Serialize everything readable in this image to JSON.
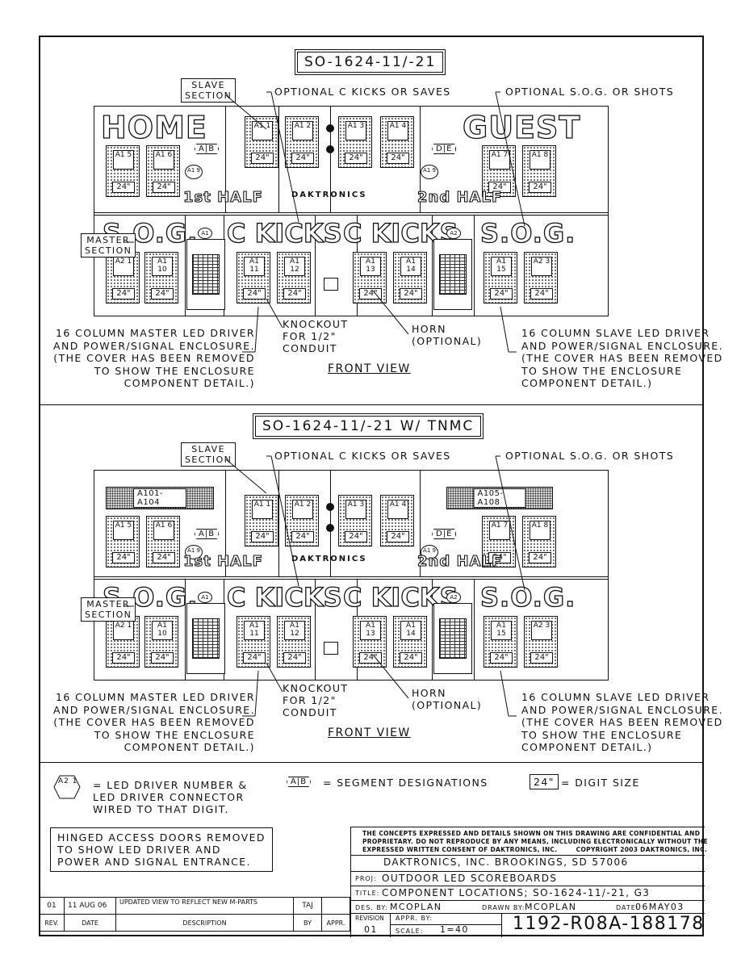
{
  "views": [
    {
      "title": "SO-1624-11/-21",
      "board_labels": {
        "home": "HOME",
        "guest": "GUEST",
        "first_half": "1st HALF",
        "second_half": "2nd HALF",
        "sog_left": "S.O.G.",
        "sog_right": "S.O.G.",
        "kicks_left": "C KICKS",
        "kicks_right": "C KICKS",
        "brand": "DAKTRONICS",
        "seg_left": "A|B",
        "seg_right": "D|E",
        "period_left": "A1 9",
        "period_right": "A1 9",
        "enc_left": "A1",
        "enc_right": "A2"
      },
      "strips": []
    },
    {
      "title": "SO-1624-11/-21 W/ TNMC",
      "board_labels": {
        "home": "",
        "guest": "",
        "first_half": "1st HALF",
        "second_half": "2nd HALF",
        "sog_left": "S.O.G.",
        "sog_right": "S.O.G.",
        "kicks_left": "C KICKS",
        "kicks_right": "C KICKS",
        "brand": "DAKTRONICS",
        "seg_left": "A|B",
        "seg_right": "D|E",
        "period_left": "A1 9",
        "period_right": "A1 9",
        "enc_left": "A1",
        "enc_right": "A2"
      },
      "strips": [
        "A101-A104",
        "A105-A108"
      ]
    }
  ],
  "digit_size": "24\"",
  "top_digits": [
    "A1 1",
    "A1 2",
    "A1 3",
    "A1 4"
  ],
  "home_digits": [
    "A1 5",
    "A1 6"
  ],
  "guest_digits": [
    "A1 7",
    "A1 8"
  ],
  "bottom_digits": [
    "A2 1",
    "A1 10",
    "A1 11",
    "A1 12",
    "A1 13",
    "A1 14",
    "A1 15",
    "A2 3"
  ],
  "callouts": {
    "slave_section": "SLAVE\nSECTION",
    "master_section": "MASTER\nSECTION",
    "optional_kicks": "OPTIONAL C KICKS OR SAVES",
    "optional_sog": "OPTIONAL S.O.G. OR SHOTS",
    "master_driver": "16 COLUMN MASTER LED DRIVER\nAND POWER/SIGNAL ENCLOSURE.\n(THE COVER HAS BEEN REMOVED\nTO SHOW THE ENCLOSURE\nCOMPONENT DETAIL.)",
    "knockout": "KNOCKOUT\nFOR 1/2\"\nCONDUIT",
    "horn": "HORN\n(OPTIONAL)",
    "slave_driver": "16 COLUMN SLAVE LED DRIVER\nAND POWER/SIGNAL ENCLOSURE.\n(THE COVER HAS BEEN REMOVED\nTO SHOW THE ENCLOSURE\nCOMPONENT DETAIL.)",
    "front_view": "FRONT VIEW"
  },
  "legend": {
    "hex_label": "A2 1",
    "driver_text": "= LED DRIVER NUMBER &\nLED DRIVER CONNECTOR\nWIRED TO THAT DIGIT.",
    "seg_label": "A|B",
    "seg_text": "= SEGMENT DESIGNATIONS",
    "size_label": "24\"",
    "size_text": "= DIGIT SIZE"
  },
  "note": "HINGED ACCESS DOORS REMOVED\nTO SHOW LED DRIVER AND\nPOWER AND SIGNAL ENTRANCE.",
  "title_block": {
    "confidential": "THE CONCEPTS EXPRESSED AND DETAILS SHOWN ON THIS DRAWING ARE CONFIDENTIAL AND\nPROPRIETARY. DO NOT REPRODUCE BY ANY MEANS, INCLUDING ELECTRONICALLY WITHOUT THE\nEXPRESSED WRITTEN CONSENT OF DAKTRONICS, INC.        COPYRIGHT 2003 DAKTRONICS, INC.",
    "company": "DAKTRONICS, INC.   BROOKINGS, SD 57006",
    "proj_label": "PROJ:",
    "proj": "OUTDOOR LED SCOREBOARDS",
    "title_label": "TITLE:",
    "title": "COMPONENT LOCATIONS; SO-1624-11/-21, G3",
    "des_label": "DES. BY:",
    "des_by": "MCOPLAN",
    "drawn_label": "DRAWN BY:",
    "drawn_by": "MCOPLAN",
    "date_label": "DATE:",
    "date": "06MAY03",
    "revision_label": "REVISION",
    "revision": "01",
    "appr_label": "APPR. BY:",
    "scale_label": "SCALE:",
    "scale": "1=40",
    "drawing_number": "1192-R08A-188178"
  },
  "revision_table": {
    "headers": [
      "REV.",
      "DATE",
      "DESCRIPTION",
      "BY",
      "APPR."
    ],
    "rows": [
      [
        "01",
        "11 AUG 06",
        "UPDATED VIEW TO REFLECT NEW M-PARTS",
        "TAJ",
        ""
      ]
    ]
  }
}
